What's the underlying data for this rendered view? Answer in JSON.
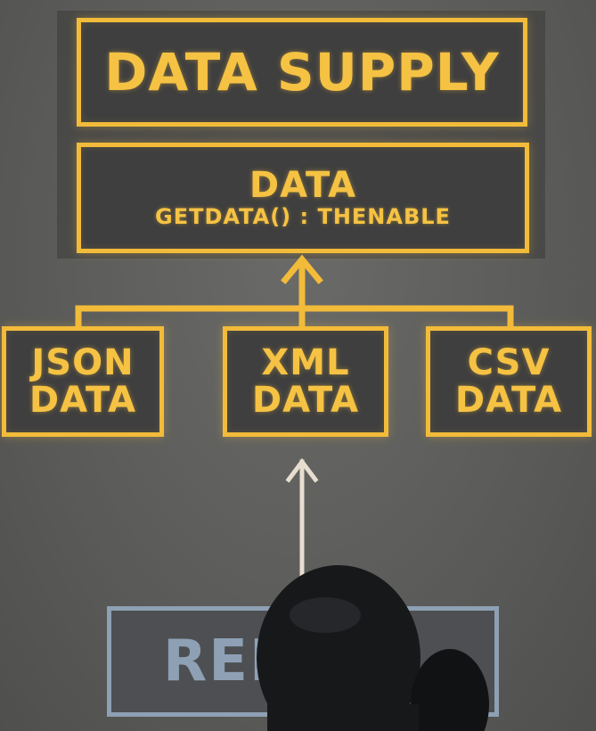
{
  "title_box": {
    "label": "DATA SUPPLY"
  },
  "interface_box": {
    "name": "DATA",
    "method": "GETDATA() : THENABLE"
  },
  "implementations": [
    {
      "line1": "JSON",
      "line2": "DATA"
    },
    {
      "line1": "XML",
      "line2": "DATA"
    },
    {
      "line1": "CSV",
      "line2": "DATA"
    }
  ],
  "renderer_box": {
    "visible_text": "REN"
  },
  "colors": {
    "accent": "#f2bb3a",
    "faded": "#8ea0b4",
    "arrow_light": "#e8ded0",
    "background": "#5e5e5c"
  }
}
